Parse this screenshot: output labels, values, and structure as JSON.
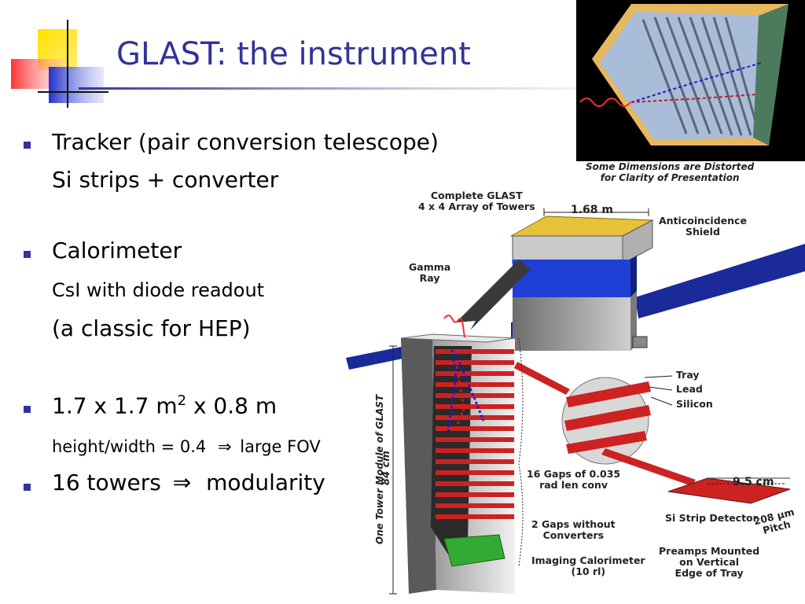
{
  "slide": {
    "title": "GLAST: the instrument"
  },
  "bullets": [
    {
      "text": "Tracker (pair conversion telescope)",
      "sub": [
        "Si strips + converter"
      ]
    },
    {
      "text": "Calorimeter",
      "sub": [
        "CsI with diode readout",
        "(a classic for HEP)"
      ]
    },
    {
      "text_before_sup": "1.7 x 1.7 m",
      "sup": "2",
      "text_after_sup": " x 0.8 m",
      "sub_before": "height/width = 0.4",
      "sub_arrow": "⇒",
      "sub_after": "large FOV"
    },
    {
      "text_before": "16 towers",
      "arrow": "⇒",
      "text_after": "modularity"
    }
  ],
  "figure": {
    "note": [
      "Some Dimensions are Distorted",
      "for Clarity of Presentation"
    ],
    "complete": [
      "Complete GLAST",
      "4 x 4 Array of Towers"
    ],
    "width_dim": "1.68 m",
    "acd": [
      "Anticoincidence",
      "Shield"
    ],
    "gamma": [
      "Gamma",
      "Ray"
    ],
    "tray": "Tray",
    "lead": "Lead",
    "silicon": "Silicon",
    "gaps16": [
      "16 Gaps of 0.035",
      "rad len conv"
    ],
    "gaps2": [
      "2 Gaps without",
      "Converters"
    ],
    "imaging": [
      "Imaging Calorimeter",
      "(10 rl)"
    ],
    "ssd_dim": "9.5 cm",
    "ssd": "Si Strip Detector",
    "pitch": [
      "208 μm",
      "Pitch"
    ],
    "preamps": [
      "Preamps Mounted",
      "on Vertical",
      "Edge of Tray"
    ],
    "tower_side": "One Tower Module of GLAST",
    "height_dim": "84 cm"
  },
  "colors": {
    "title": "#333399",
    "bullet": "#333399",
    "tracker_red": "#cc2222",
    "calorimeter_green": "#33aa33",
    "solar_blue": "#1a2a99",
    "acd_yellow": "#e6c23a"
  }
}
